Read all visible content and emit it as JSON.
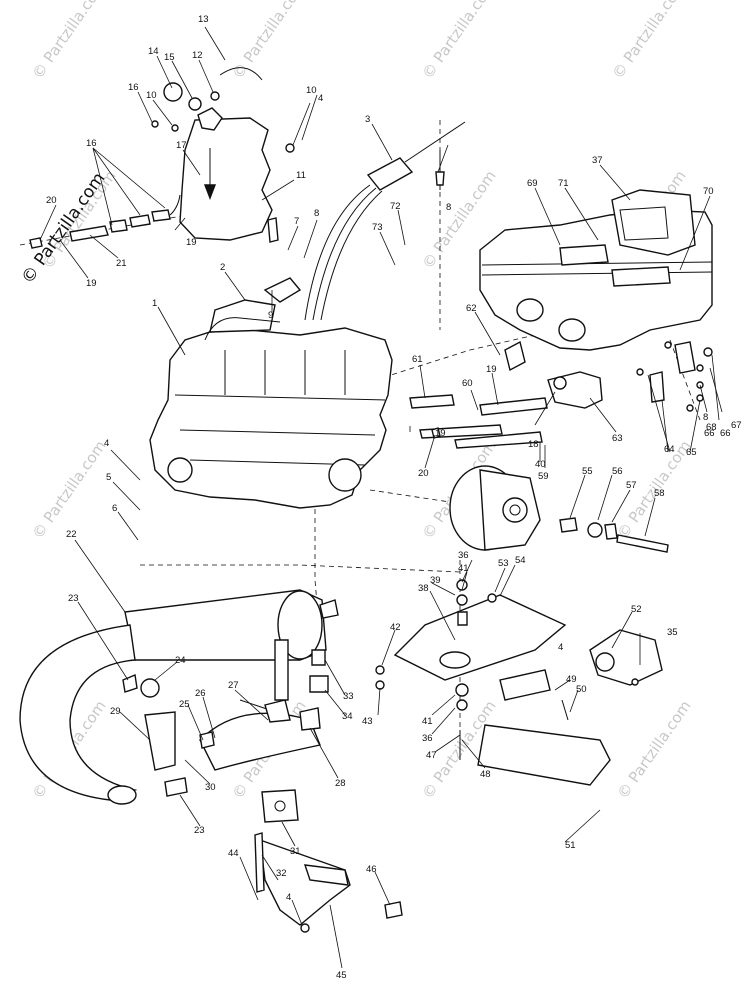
{
  "watermark": {
    "main": "© Partzilla.com",
    "faint": "© Partzilla.com"
  },
  "callouts": [
    {
      "id": "c13",
      "text": "13"
    },
    {
      "id": "c14",
      "text": "14"
    },
    {
      "id": "c15",
      "text": "15"
    },
    {
      "id": "c12",
      "text": "12"
    },
    {
      "id": "c16a",
      "text": "16"
    },
    {
      "id": "c10a",
      "text": "10"
    },
    {
      "id": "c10b",
      "text": "10"
    },
    {
      "id": "c4a",
      "text": "4"
    },
    {
      "id": "c3",
      "text": "3"
    },
    {
      "id": "c37",
      "text": "37"
    },
    {
      "id": "c69",
      "text": "69"
    },
    {
      "id": "c71",
      "text": "71"
    },
    {
      "id": "c70",
      "text": "70"
    },
    {
      "id": "c16b",
      "text": "16"
    },
    {
      "id": "c17",
      "text": "17"
    },
    {
      "id": "c11",
      "text": "11"
    },
    {
      "id": "c8a",
      "text": "8"
    },
    {
      "id": "c20a",
      "text": "20"
    },
    {
      "id": "c72",
      "text": "72"
    },
    {
      "id": "c73",
      "text": "73"
    },
    {
      "id": "c7",
      "text": "7"
    },
    {
      "id": "c8b",
      "text": "8"
    },
    {
      "id": "c19a",
      "text": "19"
    },
    {
      "id": "c21",
      "text": "21"
    },
    {
      "id": "c19b",
      "text": "19"
    },
    {
      "id": "c2",
      "text": "2"
    },
    {
      "id": "c9",
      "text": "9"
    },
    {
      "id": "c62",
      "text": "62"
    },
    {
      "id": "c1",
      "text": "1"
    },
    {
      "id": "c61",
      "text": "61"
    },
    {
      "id": "c19c",
      "text": "19"
    },
    {
      "id": "c60",
      "text": "60"
    },
    {
      "id": "c63",
      "text": "63"
    },
    {
      "id": "c18",
      "text": "18"
    },
    {
      "id": "c19d",
      "text": "19"
    },
    {
      "id": "c40",
      "text": "40"
    },
    {
      "id": "c20b",
      "text": "20"
    },
    {
      "id": "c59",
      "text": "59"
    },
    {
      "id": "c64",
      "text": "64"
    },
    {
      "id": "c65",
      "text": "65"
    },
    {
      "id": "c8c",
      "text": "8"
    },
    {
      "id": "c66a",
      "text": "66"
    },
    {
      "id": "c66b",
      "text": "66"
    },
    {
      "id": "c68",
      "text": "68"
    },
    {
      "id": "c67",
      "text": "67"
    },
    {
      "id": "c4b",
      "text": "4"
    },
    {
      "id": "c5",
      "text": "5"
    },
    {
      "id": "c6",
      "text": "6"
    },
    {
      "id": "c55",
      "text": "55"
    },
    {
      "id": "c56",
      "text": "56"
    },
    {
      "id": "c57",
      "text": "57"
    },
    {
      "id": "c58",
      "text": "58"
    },
    {
      "id": "c22",
      "text": "22"
    },
    {
      "id": "c36a",
      "text": "36"
    },
    {
      "id": "c41a",
      "text": "41"
    },
    {
      "id": "c39",
      "text": "39"
    },
    {
      "id": "c53",
      "text": "53"
    },
    {
      "id": "c54",
      "text": "54"
    },
    {
      "id": "c38",
      "text": "38"
    },
    {
      "id": "c23a",
      "text": "23"
    },
    {
      "id": "c42",
      "text": "42"
    },
    {
      "id": "c52",
      "text": "52"
    },
    {
      "id": "c35",
      "text": "35"
    },
    {
      "id": "c24",
      "text": "24"
    },
    {
      "id": "c4c",
      "text": "4"
    },
    {
      "id": "c27",
      "text": "27"
    },
    {
      "id": "c26",
      "text": "26"
    },
    {
      "id": "c33",
      "text": "33"
    },
    {
      "id": "c49",
      "text": "49"
    },
    {
      "id": "c50",
      "text": "50"
    },
    {
      "id": "c29",
      "text": "29"
    },
    {
      "id": "c25",
      "text": "25"
    },
    {
      "id": "c34",
      "text": "34"
    },
    {
      "id": "c43",
      "text": "43"
    },
    {
      "id": "c41b",
      "text": "41"
    },
    {
      "id": "c36b",
      "text": "36"
    },
    {
      "id": "c47",
      "text": "47"
    },
    {
      "id": "c30",
      "text": "30"
    },
    {
      "id": "c28",
      "text": "28"
    },
    {
      "id": "c48",
      "text": "48"
    },
    {
      "id": "c23b",
      "text": "23"
    },
    {
      "id": "c31",
      "text": "31"
    },
    {
      "id": "c51",
      "text": "51"
    },
    {
      "id": "c44",
      "text": "44"
    },
    {
      "id": "c32",
      "text": "32"
    },
    {
      "id": "c46",
      "text": "46"
    },
    {
      "id": "c4d",
      "text": "4"
    },
    {
      "id": "c45",
      "text": "45"
    }
  ]
}
